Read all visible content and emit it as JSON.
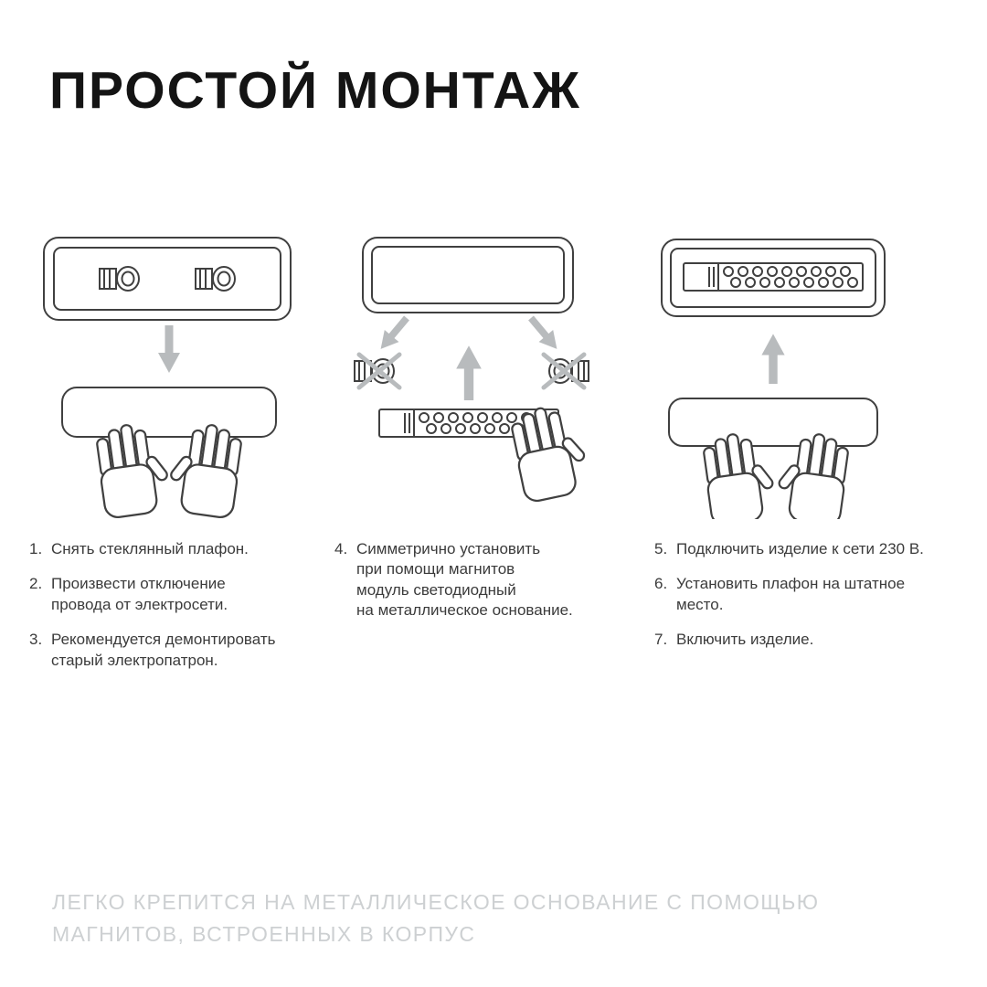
{
  "title": "ПРОСТОЙ МОНТАЖ",
  "instructions": {
    "left": [
      {
        "num": "1.",
        "text": "Снять стеклянный плафон."
      },
      {
        "num": "2.",
        "text": "Произвести отключение\nпровода от электросети."
      },
      {
        "num": "3.",
        "text": "Рекомендуется демонтировать\nстарый электропатрон."
      }
    ],
    "middle": [
      {
        "num": "4.",
        "text": "Симметрично установить\nпри помощи магнитов\nмодуль светодиодный\nна металлическое основание."
      }
    ],
    "right": [
      {
        "num": "5.",
        "text": "Подключить изделие к сети 230 В."
      },
      {
        "num": "6.",
        "text": "Установить  плафон на штатное\nместо."
      },
      {
        "num": "7.",
        "text": "Включить изделие."
      }
    ]
  },
  "footer": {
    "text": "ЛЕГКО КРЕПИТСЯ НА МЕТАЛЛИЧЕСКОЕ ОСНОВАНИЕ С ПОМОЩЬЮ\nМАГНИТОВ, ВСТРОЕННЫХ В КОРПУС"
  },
  "illustrations": [
    {
      "name": "remove-glass-cover"
    },
    {
      "name": "install-led-module"
    },
    {
      "name": "attach-cover-to-base"
    }
  ],
  "colors": {
    "ink": "#404040",
    "arrow": "#b8bbbd",
    "text": "#3b3b3b",
    "footer": "#cdd0d2",
    "background": "#ffffff"
  }
}
